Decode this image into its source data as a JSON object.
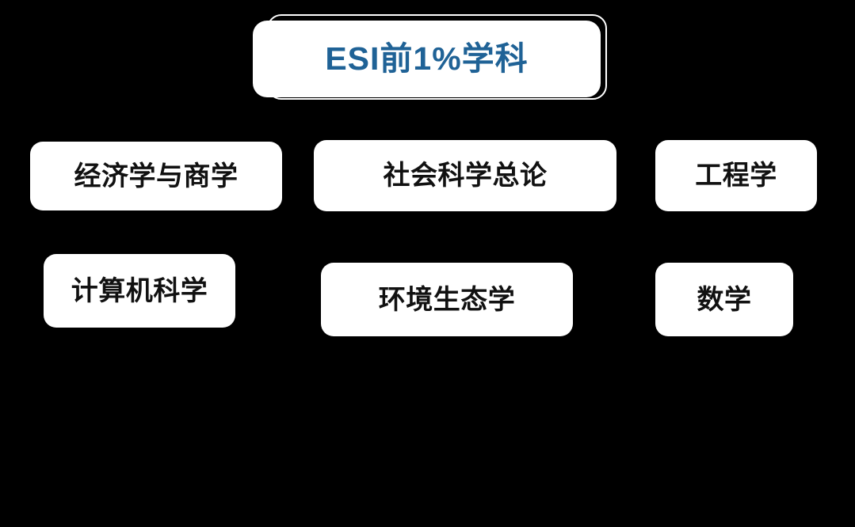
{
  "background_color": "#000000",
  "title": {
    "label": "ESI前1%学科",
    "text_color": "#1f6296",
    "box_color": "#ffffff"
  },
  "nodes": [
    {
      "id": "econ",
      "label": "经济学与商学",
      "row": 1,
      "column": 1
    },
    {
      "id": "social",
      "label": "社会科学总论",
      "row": 1,
      "column": 2
    },
    {
      "id": "eng",
      "label": "工程学",
      "row": 1,
      "column": 3
    },
    {
      "id": "cs",
      "label": "计算机科学",
      "row": 2,
      "column": 1
    },
    {
      "id": "env",
      "label": "环境生态学",
      "row": 2,
      "column": 2
    },
    {
      "id": "math",
      "label": "数学",
      "row": 2,
      "column": 3
    }
  ],
  "node_style": {
    "box_color": "#ffffff",
    "text_color": "#111111"
  }
}
